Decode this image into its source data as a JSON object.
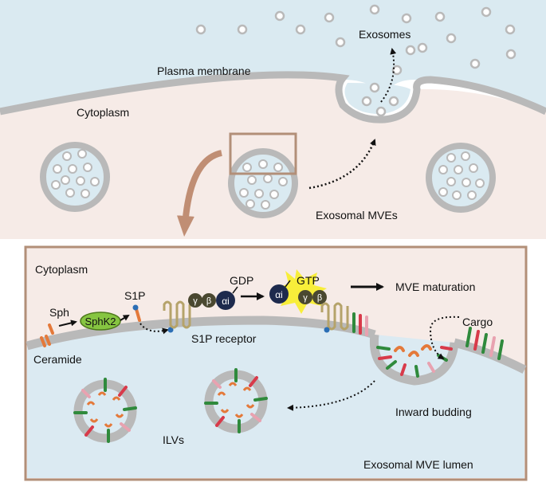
{
  "top": {
    "exosomes_label": "Exosomes",
    "plasma_membrane_label": "Plasma membrane",
    "cytoplasm_label": "Cytoplasm",
    "exosomal_mves_label": "Exosomal MVEs"
  },
  "inset": {
    "cytoplasm_label": "Cytoplasm",
    "sph_label": "Sph",
    "sphk2_label": "SphK2",
    "s1p_label": "S1P",
    "ceramide_label": "Ceramide",
    "s1p_receptor_label": "S1P receptor",
    "gdp_label": "GDP",
    "gtp_label": "GTP",
    "gamma_label": "γ",
    "beta_label": "β",
    "alpha_i_label": "αi",
    "mve_maturation_label": "MVE maturation",
    "cargo_label": "Cargo",
    "inward_budding_label": "Inward budding",
    "ilvs_label": "ILVs",
    "lumen_label": "Exosomal MVE lumen"
  },
  "colors": {
    "extracellular": "#daeaf1",
    "cytoplasm": "#f6ebe7",
    "membrane": "#b9b9b9",
    "inset_border": "#b28f78",
    "arrow_brown": "#c08e74",
    "lumen": "#dbeaf2",
    "sphk2_green": "#86c541",
    "g_protein_dark": "#1d2a4d",
    "g_protein_olive": "#4a4830",
    "receptor": "#b5a36a",
    "gtp_burst": "#f8ee3a",
    "orange_lipid": "#e4793a",
    "blue_head": "#2b6eb5",
    "cargo_green": "#2f8a3c",
    "cargo_red": "#d83a4a",
    "cargo_pink": "#e8a2b0"
  },
  "icons": [
    "sphingosine-lipid-icon",
    "s1p-lipid-icon",
    "gpcr-receptor-icon",
    "g-protein-icon",
    "gtp-burst-icon"
  ]
}
